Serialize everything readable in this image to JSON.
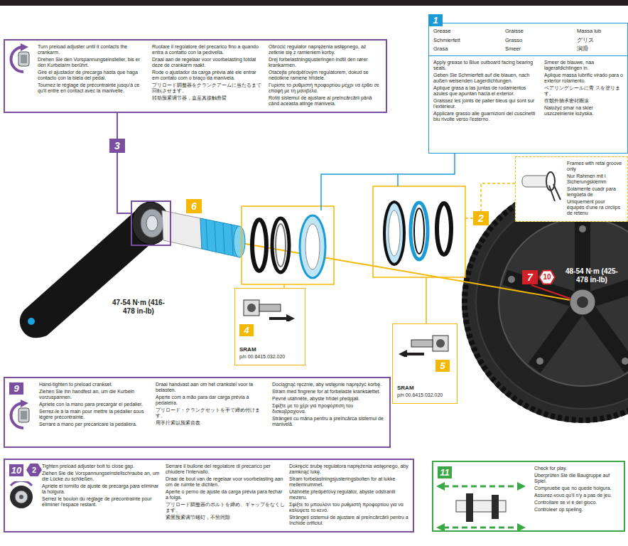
{
  "diagram": {
    "nodes": [
      {
        "text": [
          "Turn preload adjuster until it contacts the crankarm.",
          "Drehen Sie den Vorspannungseinsteller, bis er den Kurbelarm berührt.",
          "Gire el ajustador de precarga hasta que haga contacto con la biela del pedal.",
          "Tournez le réglage de précontrainte jusqu'à ce qu'il entre en contact avec la manivelle.",
          "Ruotare il regolatore del precarico fino a quando entra a contatto con la pedivella.",
          "Draai aan de regelaar voor voorbelasting totdat deze de crankarm raakt.",
          "Rode o ajustador da carga prévia até ele entrar em contato com o braço da manivela.",
          "プリロード調整器をクランクアームに当たるまで回転させます。",
          "转动预紧调节器，直至其接触曲臂",
          "Obrócić regulator naprężenia wstępnego, aż zetknie się z ramieniem korby.",
          "Drej forbelastningsjusteringen indtil den rører krankarmen.",
          "Otáčejte předpěťovým regulátorem, dokud se nedotkne ramene hřídele.",
          "Γυρίστε το ρυθμιστή προφορτίου μέχρι να έρθει σε επαφή με τη μανιβέλα.",
          "Rotiți sistemul de ajustare al preîncărcării până când aceasta atinge manivela."
        ]
      },
      {
        "text": [
          "1",
          "Grease",
          "Graisse",
          "Massa lub",
          "Schmierfett",
          "Grasso",
          "グリス",
          "Grasa",
          "Smeer",
          "润滑"
        ]
      },
      {
        "text": [
          "Apply grease to Blue outboard facing bearing seals.",
          "Geben Sie Schmierfett auf die blauen, nach außen weisenden Lagerdichtungen.",
          "Aplique grasa a las juntas de rodamientos azules que apuntan hacia el exterior.",
          "Graissez les joints de palier bleus qui sont sur l'extérieur.",
          "Applicare grasso alle guarnizioni del cuscinetti blu rivolte verso l'esterno.",
          "Smeer de blauwe, naa lagerafdichtingen in.",
          "Aplique massa lubrific virado para o exterior rolamento.",
          "ベアリングシールに青 スを塗ります。",
          "在朝外轴承密封圈涂",
          "Nałożyć smar na skier uszczelnienie łożyska."
        ]
      },
      {
        "text": [
          "Frames with retai groove only",
          "Nur Rahmen mit l Sicherungsklemm",
          "Solamente cuadr para lengüeta de",
          "Uniquement pour équipés d'une ra circlips de retenu"
        ]
      },
      {
        "text": [
          "4",
          "SRAM",
          "p/n 00.6415.032.020"
        ]
      },
      {
        "text": [
          "5",
          "SRAM",
          "p/n 00.6415.032.020"
        ]
      },
      {
        "text": [
          "9",
          "Hand-tighten to preload crankset.",
          "Ziehen Sie ihn handfest an, um die Kurbeln vorzuspannen.",
          "Apriete con la mano para precargar el pedalier.",
          "Serrez-le à la main pour mettre la pédalier sous légère précontrainte.",
          "Serrare a mano per precaricare la pedaliera.",
          "Draai handvast aan om het crankstel voor te belasten.",
          "Aperte com a mão para dar carga prévia à pedaleira.",
          "プリロード・クランクセットを手で締め付けます。",
          "用手拧紧以预紧齿盘",
          "Dociągnąć ręcznie, aby wstępnie naprężyć korbę.",
          "Stram med fingrene for at forbelaste kranksættet.",
          "Pevně utáhněte, abyste hřídel předpjali.",
          "Σφίξτε με το χέρι για προφόρτιση του δισκοβραχίονα.",
          "Strângeți cu mâna pentru a preîncărca sistemul de manivelă."
        ]
      },
      {
        "text": [
          "10",
          "2",
          "Tighten preload adjuster bolt to close gap.",
          "Ziehen Sie die Vorspannungseinstellschraube an, um die Lücke zu schließen.",
          "Apriete el tornillo de ajuste de precarga para eliminar la holgura.",
          "Serrez le boulon du réglage de précontrainte pour éliminer l'espace restant.",
          "Serrare il bullone del regolatore di precarico per chiudere l'intervallo.",
          "Draai de bout van de regelaar voor voorbelasting aan om de ruimte te dichten.",
          "Aperte o perno de ajuste da carga prévia para fechar a folga.",
          "プリロード調整器のボルトを締め、ギャップをなくします。",
          "紧固预紧调节螺钉，不留间隙",
          "Dokręcić śrubę regulatora naprężenia wstępnego, aby zamknąć lukę.",
          "Stram forbelastningsjusteringsbolten for at lukke mellemrummet.",
          "Utáhněte předpěťový regulátor, abyste odstranili mezeru.",
          "Σφίξτε το μπουλόνι του ρυθμιστή προφορτίου για να καλύψετε το κενό.",
          "Strângeți sistemul de ajustare al preîncărcării pentru a închide orificiul."
        ]
      },
      {
        "text": [
          "11",
          "Check for play.",
          "Überprüfen Sie die Baugruppe auf Spiel.",
          "Compruebe que no quede holgura.",
          "Assurez-vous qu'il n'y a pas de jeu.",
          "Controllare se vi è del gioco.",
          "Controleer op speling."
        ]
      }
    ],
    "labels": [
      "3",
      "6",
      "2",
      "7",
      "10",
      "48-54 N·m (425-478 in-lb)",
      "47-54 N·m (416-478 in-lb)"
    ]
  }
}
